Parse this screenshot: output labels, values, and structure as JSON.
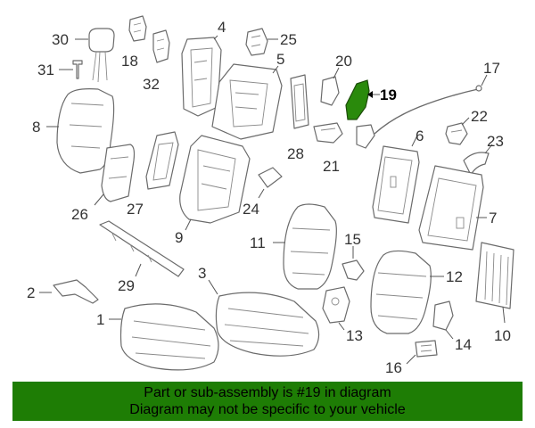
{
  "highlight_color": "#2a8a0c",
  "banner_color": "#1e7d05",
  "highlighted_part": "19",
  "labels": {
    "p1": "1",
    "p2": "2",
    "p3": "3",
    "p4": "4",
    "p5": "5",
    "p6": "6",
    "p7": "7",
    "p8": "8",
    "p9": "9",
    "p10": "10",
    "p11": "11",
    "p12": "12",
    "p13": "13",
    "p14": "14",
    "p15": "15",
    "p16": "16",
    "p17": "17",
    "p18": "18",
    "p19": "19",
    "p20": "20",
    "p21": "21",
    "p22": "22",
    "p23": "23",
    "p24": "24",
    "p25": "25",
    "p26": "26",
    "p27": "27",
    "p28": "28",
    "p29": "29",
    "p30": "30",
    "p31": "31",
    "p32": "32"
  },
  "banner": {
    "line1": "Part or sub-assembly is #19 in diagram",
    "line2": "Diagram may not be specific to your vehicle"
  }
}
